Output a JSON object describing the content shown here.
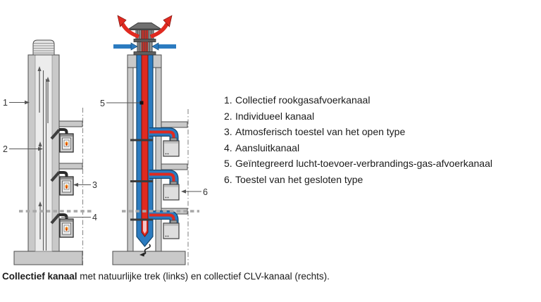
{
  "legend": {
    "items": [
      {
        "number": "1.",
        "label": "Collectief rookgasafvoerkanaal"
      },
      {
        "number": "2.",
        "label": "Individueel kanaal"
      },
      {
        "number": "3.",
        "label": "Atmosferisch toestel van het open type"
      },
      {
        "number": "4.",
        "label": "Aansluitkanaal"
      },
      {
        "number": "5.",
        "label": "Geïntegreerd lucht-toevoer-verbrandings-gas-afvoerkanaal"
      },
      {
        "number": "6.",
        "label": "Toestel van het gesloten type"
      }
    ]
  },
  "caption": {
    "bold": "Collectief kanaal",
    "rest": " met natuurlijke trek (links) en collectief CLV-kanaal (rechts)."
  },
  "diagram": {
    "callouts": {
      "n1": "1",
      "n2": "2",
      "n3": "3",
      "n4": "4",
      "n5": "5",
      "n6": "6"
    },
    "colors": {
      "exhaust_red": "#e02a20",
      "supply_blue": "#2b7bc0",
      "wall_gray": "#c9c9c9",
      "flame_orange": "#ef8d1e",
      "condensate_pink": "#f2c4c8"
    },
    "icons": {
      "exhaust_arrows": "curved-up-red-arrow-icon",
      "intake_arrows": "horizontal-blue-arrow-icon",
      "flue_flow_arrows": "up-arrow-icon",
      "flame": "flame-icon",
      "condensate_drain": "squiggle-drain-icon"
    }
  }
}
